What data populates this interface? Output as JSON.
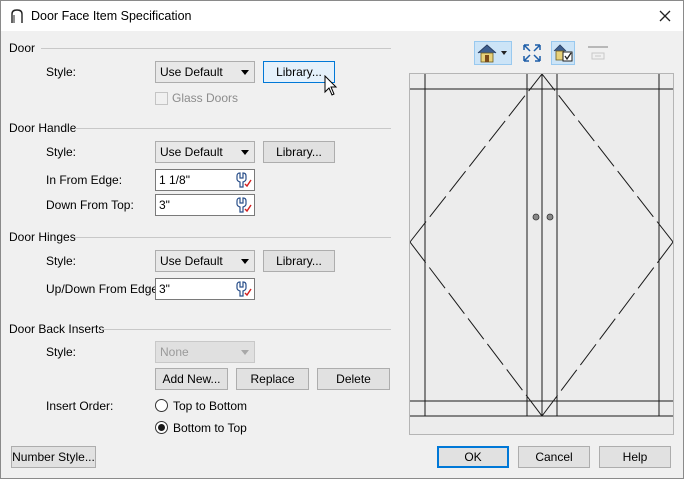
{
  "window": {
    "title": "Door Face Item Specification"
  },
  "door": {
    "section": "Door",
    "style_label": "Style:",
    "style_value": "Use Default",
    "library_label": "Library...",
    "glass_doors_label": "Glass Doors"
  },
  "handle": {
    "section": "Door Handle",
    "style_label": "Style:",
    "style_value": "Use Default",
    "library_label": "Library...",
    "in_from_edge_label": "In From Edge:",
    "in_from_edge_value": "1 1/8\"",
    "down_from_top_label": "Down From Top:",
    "down_from_top_value": "3\""
  },
  "hinges": {
    "section": "Door Hinges",
    "style_label": "Style:",
    "style_value": "Use Default",
    "library_label": "Library...",
    "updown_label": "Up/Down From Edge:",
    "updown_value": "3\""
  },
  "inserts": {
    "section": "Door Back Inserts",
    "style_label": "Style:",
    "style_value": "None",
    "add_new_label": "Add New...",
    "replace_label": "Replace",
    "delete_label": "Delete",
    "order_label": "Insert Order:",
    "top_to_bottom_label": "Top to Bottom",
    "bottom_to_top_label": "Bottom to Top"
  },
  "footer": {
    "number_style_label": "Number Style...",
    "ok_label": "OK",
    "cancel_label": "Cancel",
    "help_label": "Help"
  },
  "icons": {
    "title": "door-arch-icon",
    "close": "close-icon",
    "view_3d": "house-view-icon",
    "fill_window": "fill-window-icon",
    "color": "color-material-icon",
    "reset": "reset-icon",
    "edit_field": "edit-field-icon"
  },
  "colors": {
    "accent": "#0078d7",
    "window_bg": "#f0f0f0",
    "preview_bg": "#ececec"
  }
}
